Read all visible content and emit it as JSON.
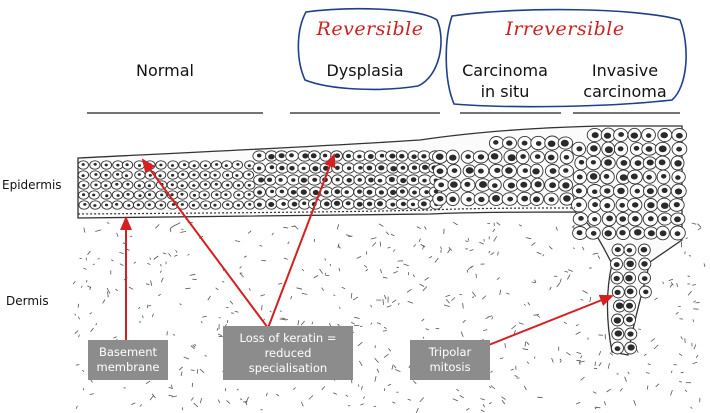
{
  "stages": {
    "normal": "Normal",
    "dysplasia": "Dysplasia",
    "cis_line1": "Carcinoma",
    "cis_line2": "in situ",
    "invasive_line1": "Invasive",
    "invasive_line2": "carcinoma"
  },
  "groups": {
    "reversible": "Reversible",
    "irreversible": "Irreversible"
  },
  "layers": {
    "epidermis": "Epidermis",
    "dermis": "Dermis"
  },
  "callouts": {
    "basement_line1": "Basement",
    "basement_line2": "membrane",
    "keratin_line1": "Loss of keratin =",
    "keratin_line2": "reduced",
    "keratin_line3": "specialisation",
    "mitosis_line1": "Tripolar",
    "mitosis_line2": "mitosis"
  },
  "colors": {
    "annotation": "#cc2222",
    "arrow": "#d42020",
    "group_outline": "#1f3f8a",
    "callout_box": "#8c8c8c",
    "ink": "#222222"
  }
}
